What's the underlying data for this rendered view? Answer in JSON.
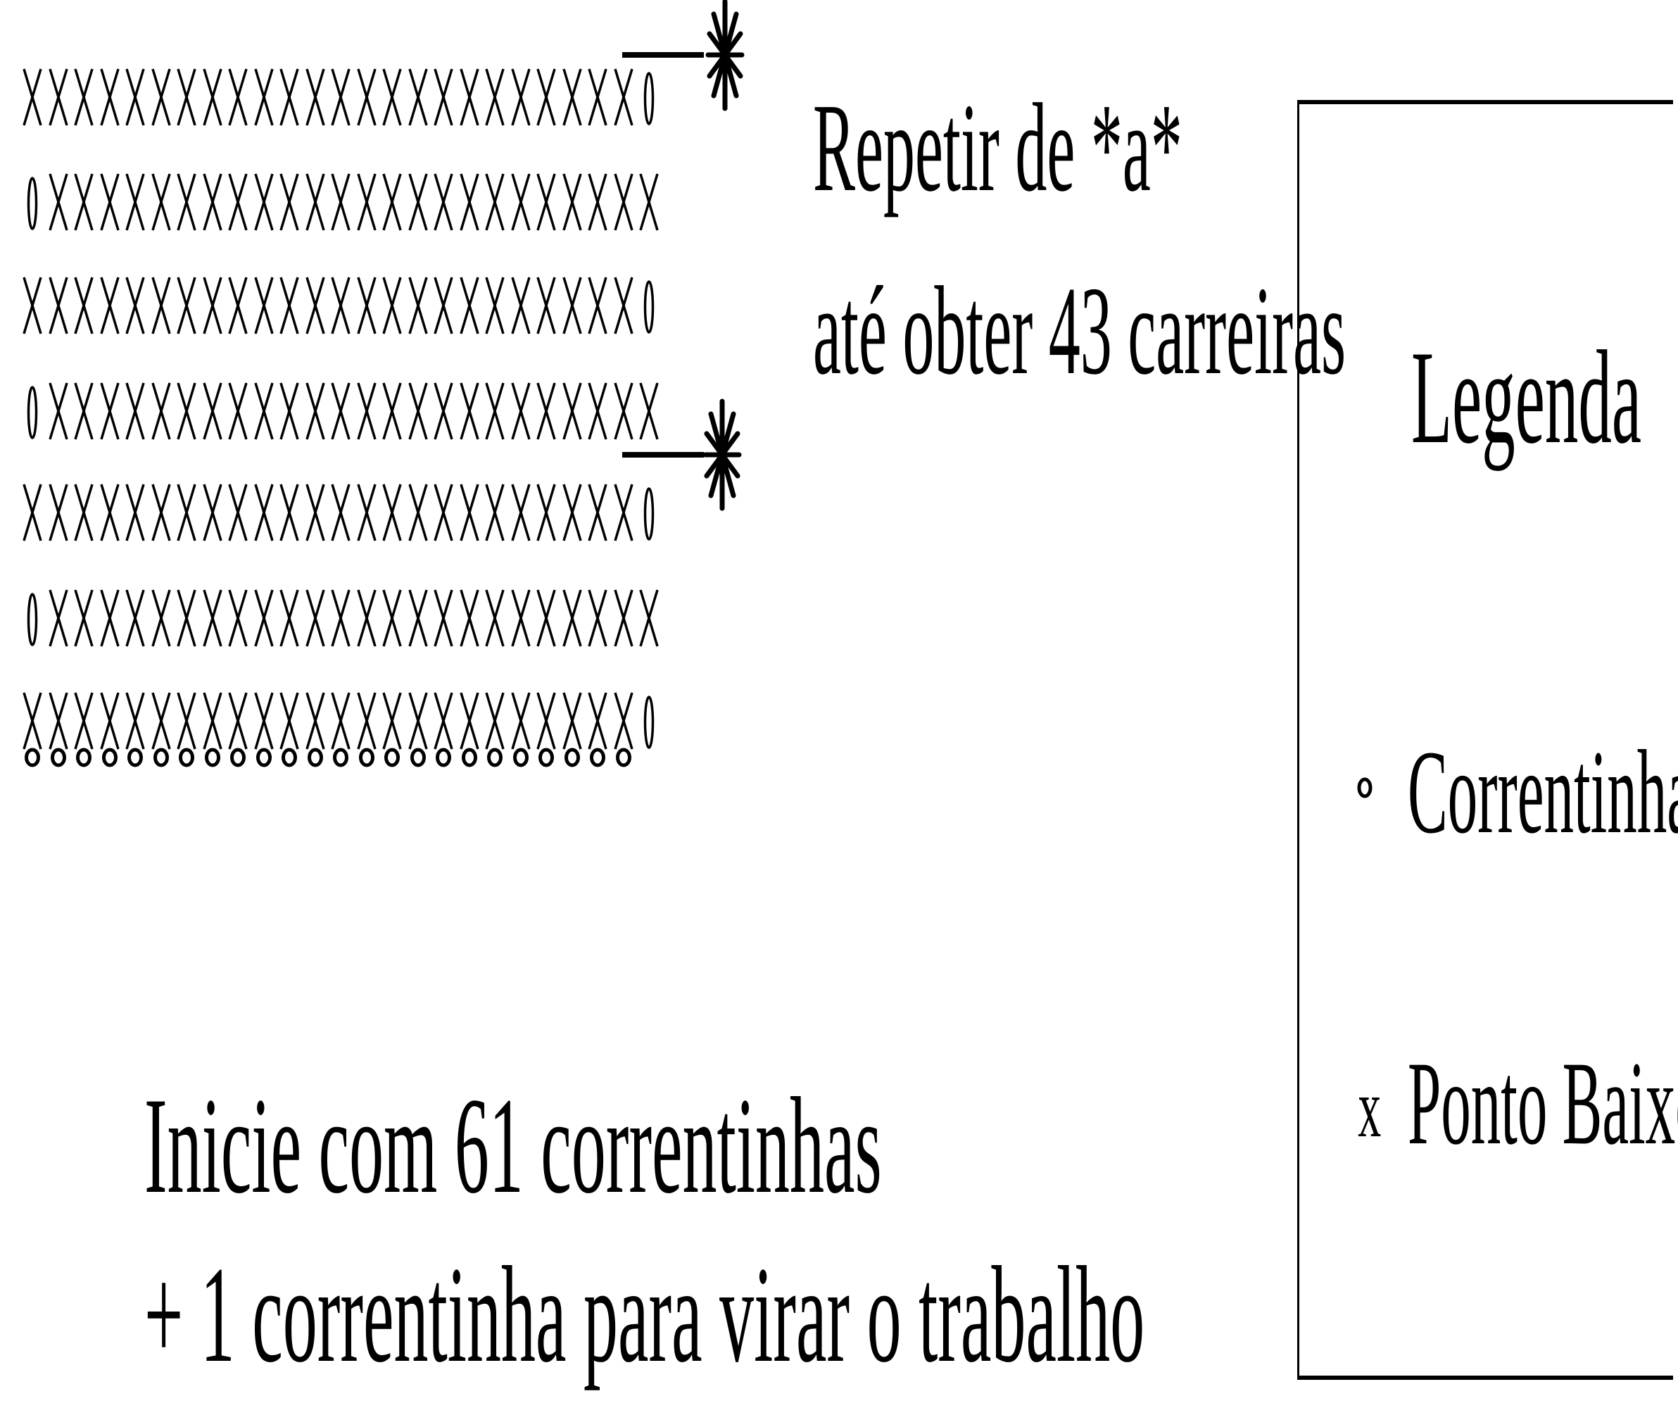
{
  "chart": {
    "rows": [
      "xxxxxxxxxxxxxxxxxxxxxxxx0",
      "0xxxxxxxxxxxxxxxxxxxxxxxx",
      "xxxxxxxxxxxxxxxxxxxxxxxx0",
      "0xxxxxxxxxxxxxxxxxxxxxxxx",
      "xxxxxxxxxxxxxxxxxxxxxxxx0",
      "0xxxxxxxxxxxxxxxxxxxxxxxx",
      "xxxxxxxxxxxxxxxxxxxxxxxx0"
    ],
    "chain_count": 24,
    "repeat_marker": "*"
  },
  "repeat_note": {
    "line1": "Repetir de *a*",
    "line2": "até obter 43 carreiras"
  },
  "start_note": {
    "line1": "Inicie com 61 correntinhas",
    "line2": "+ 1 correntinha para virar o trabalho"
  },
  "legend": {
    "title": "Legenda",
    "items": [
      {
        "symbol": "chain-icon",
        "label": "Correntinha"
      },
      {
        "symbol": "x",
        "label": "Ponto Baixo"
      }
    ]
  }
}
